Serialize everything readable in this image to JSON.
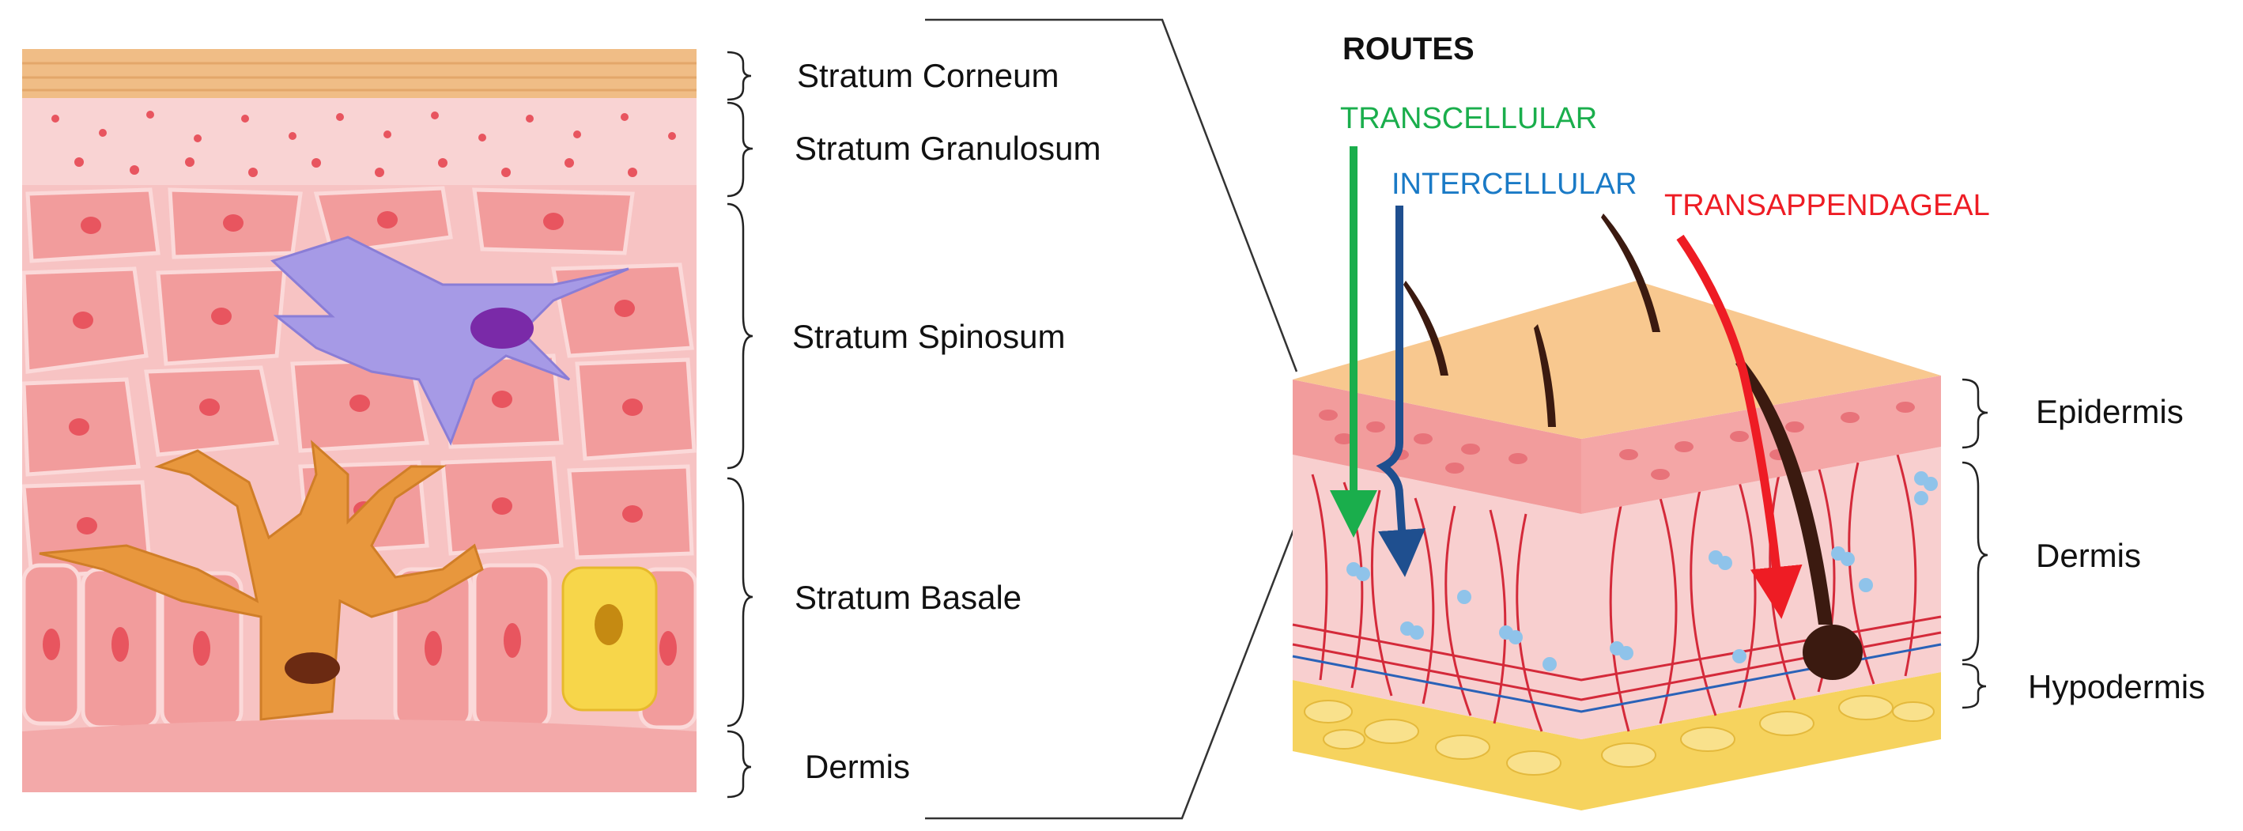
{
  "left_panel": {
    "labels": {
      "corneum": "Stratum Corneum",
      "granulosum": "Stratum Granulosum",
      "spinosum": "Stratum Spinosum",
      "basale": "Stratum Basale",
      "dermis": "Dermis"
    }
  },
  "routes": {
    "title": "ROUTES",
    "transcellular": {
      "label": "TRANSCELLULAR",
      "color": "#1aae4c"
    },
    "intercellular": {
      "label": "INTERCELLULAR",
      "color": "#1a7ac6"
    },
    "transappendageal": {
      "label": "TRANSAPPENDAGEAL",
      "color": "#ee1c24"
    }
  },
  "right_panel": {
    "labels": {
      "epidermis": "Epidermis",
      "dermis": "Dermis",
      "hypodermis": "Hypodermis"
    }
  },
  "colors": {
    "corneum": "#f0bd86",
    "skin_pink": "#f7c3c3",
    "cell_fill": "#f29c9c",
    "nucleus": "#e8555f",
    "langerhans": "#a69ae6",
    "langerhans_nucleus": "#7a2aa8",
    "melanocyte": "#e8973d",
    "merkel": "#f7d64a",
    "block_top": "#f8c88f",
    "fat": "#f6d35e",
    "hair": "#3b1a10",
    "vessel": "#d42a3a"
  }
}
